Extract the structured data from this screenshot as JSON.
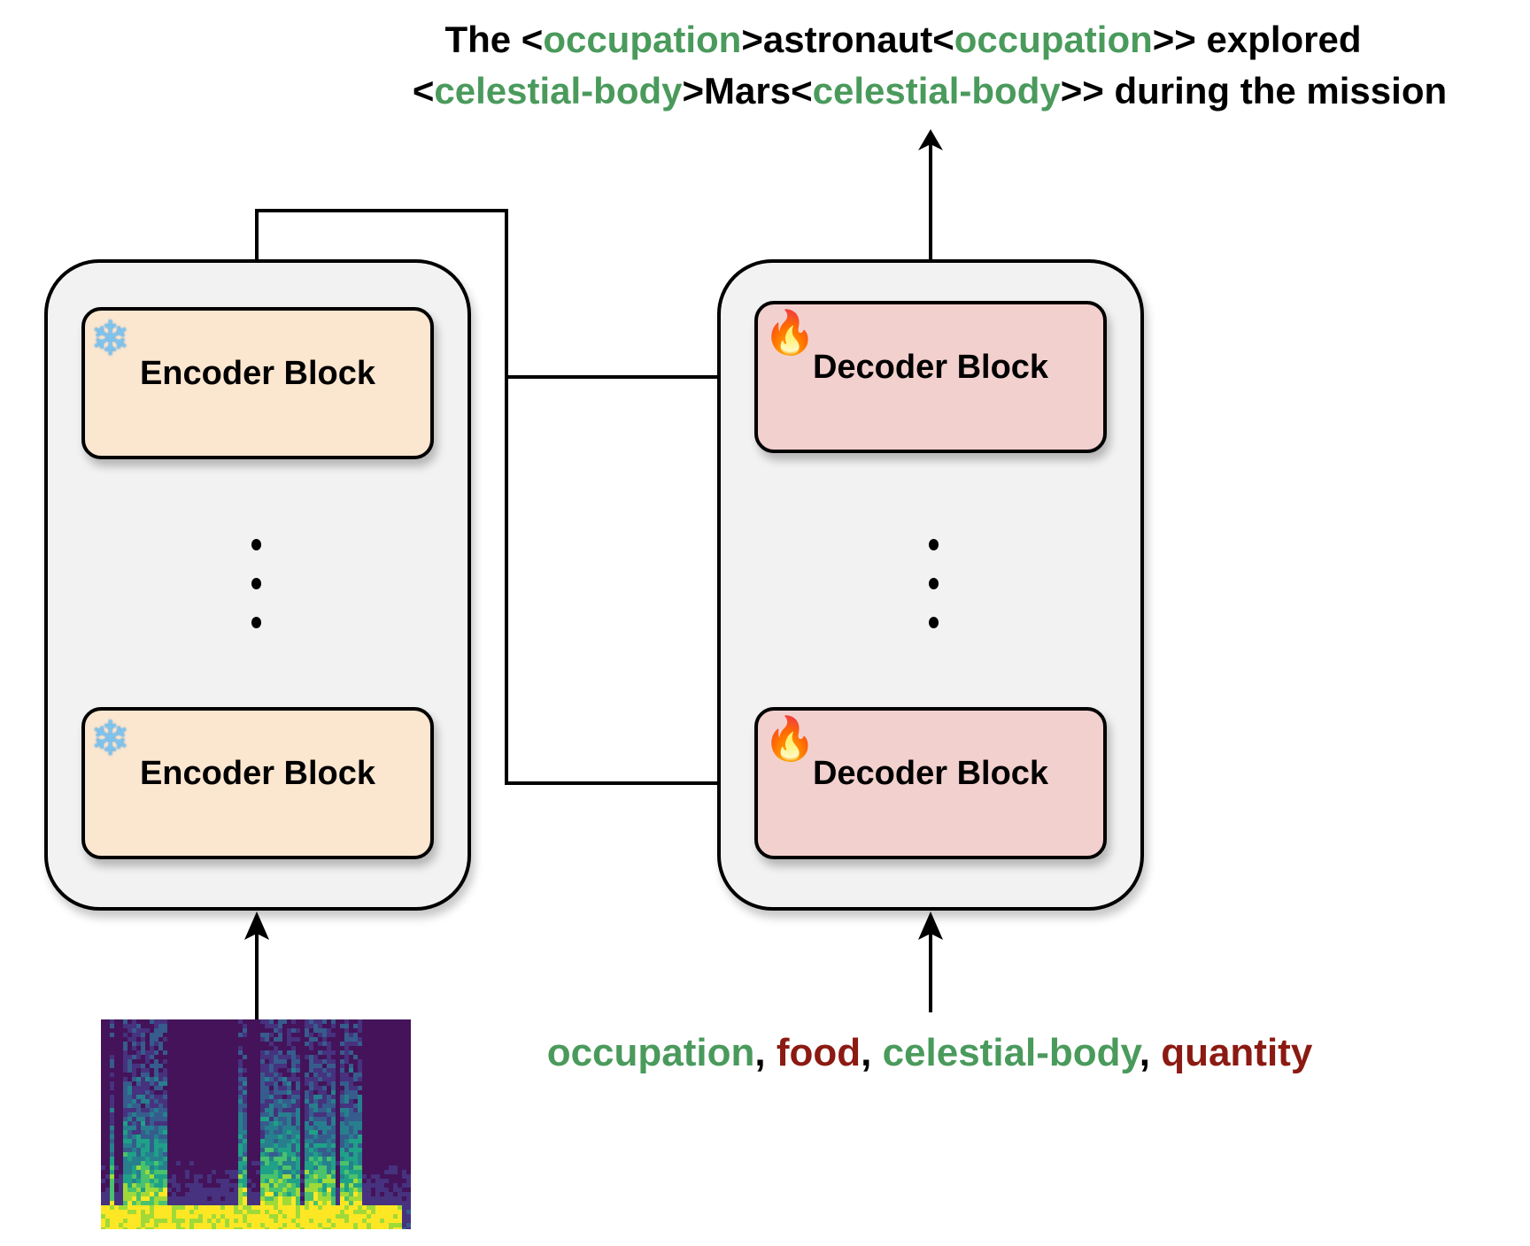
{
  "output_sentence": {
    "line1": [
      {
        "text": "The <",
        "kind": "plain"
      },
      {
        "text": "occupation",
        "kind": "tag"
      },
      {
        "text": ">astronaut<",
        "kind": "plain"
      },
      {
        "text": "occupation",
        "kind": "tag"
      },
      {
        "text": ">> explored",
        "kind": "plain"
      }
    ],
    "line2": [
      {
        "text": "<",
        "kind": "plain"
      },
      {
        "text": "celestial-body",
        "kind": "tag"
      },
      {
        "text": ">Mars<",
        "kind": "plain"
      },
      {
        "text": "celestial-body",
        "kind": "tag"
      },
      {
        "text": ">> during the mission",
        "kind": "plain"
      }
    ]
  },
  "encoder": {
    "status_icon": "snowflake-icon",
    "status_glyph": "❄",
    "status_meaning": "frozen",
    "blocks": [
      {
        "label": "Encoder Block"
      },
      {
        "label": "Encoder Block"
      }
    ]
  },
  "decoder": {
    "status_icon": "fire-icon",
    "status_glyph": "🔥",
    "status_meaning": "trainable",
    "blocks": [
      {
        "label": "Decoder Block"
      },
      {
        "label": "Decoder Block"
      }
    ]
  },
  "input_audio": {
    "kind": "spectrogram",
    "icon": "spectrogram-image"
  },
  "entity_types": [
    {
      "text": "occupation",
      "color": "green"
    },
    {
      "text": ", ",
      "color": "black"
    },
    {
      "text": "food",
      "color": "red"
    },
    {
      "text": ", ",
      "color": "black"
    },
    {
      "text": "celestial-body",
      "color": "green"
    },
    {
      "text": ", ",
      "color": "black"
    },
    {
      "text": "quantity",
      "color": "red"
    }
  ],
  "colors": {
    "tag_green": "#4a9a5c",
    "tag_red": "#8b1a12",
    "encoder_fill": "#fbe6d0",
    "decoder_fill": "#f2d0ce",
    "stack_fill": "#f2f2f2"
  }
}
